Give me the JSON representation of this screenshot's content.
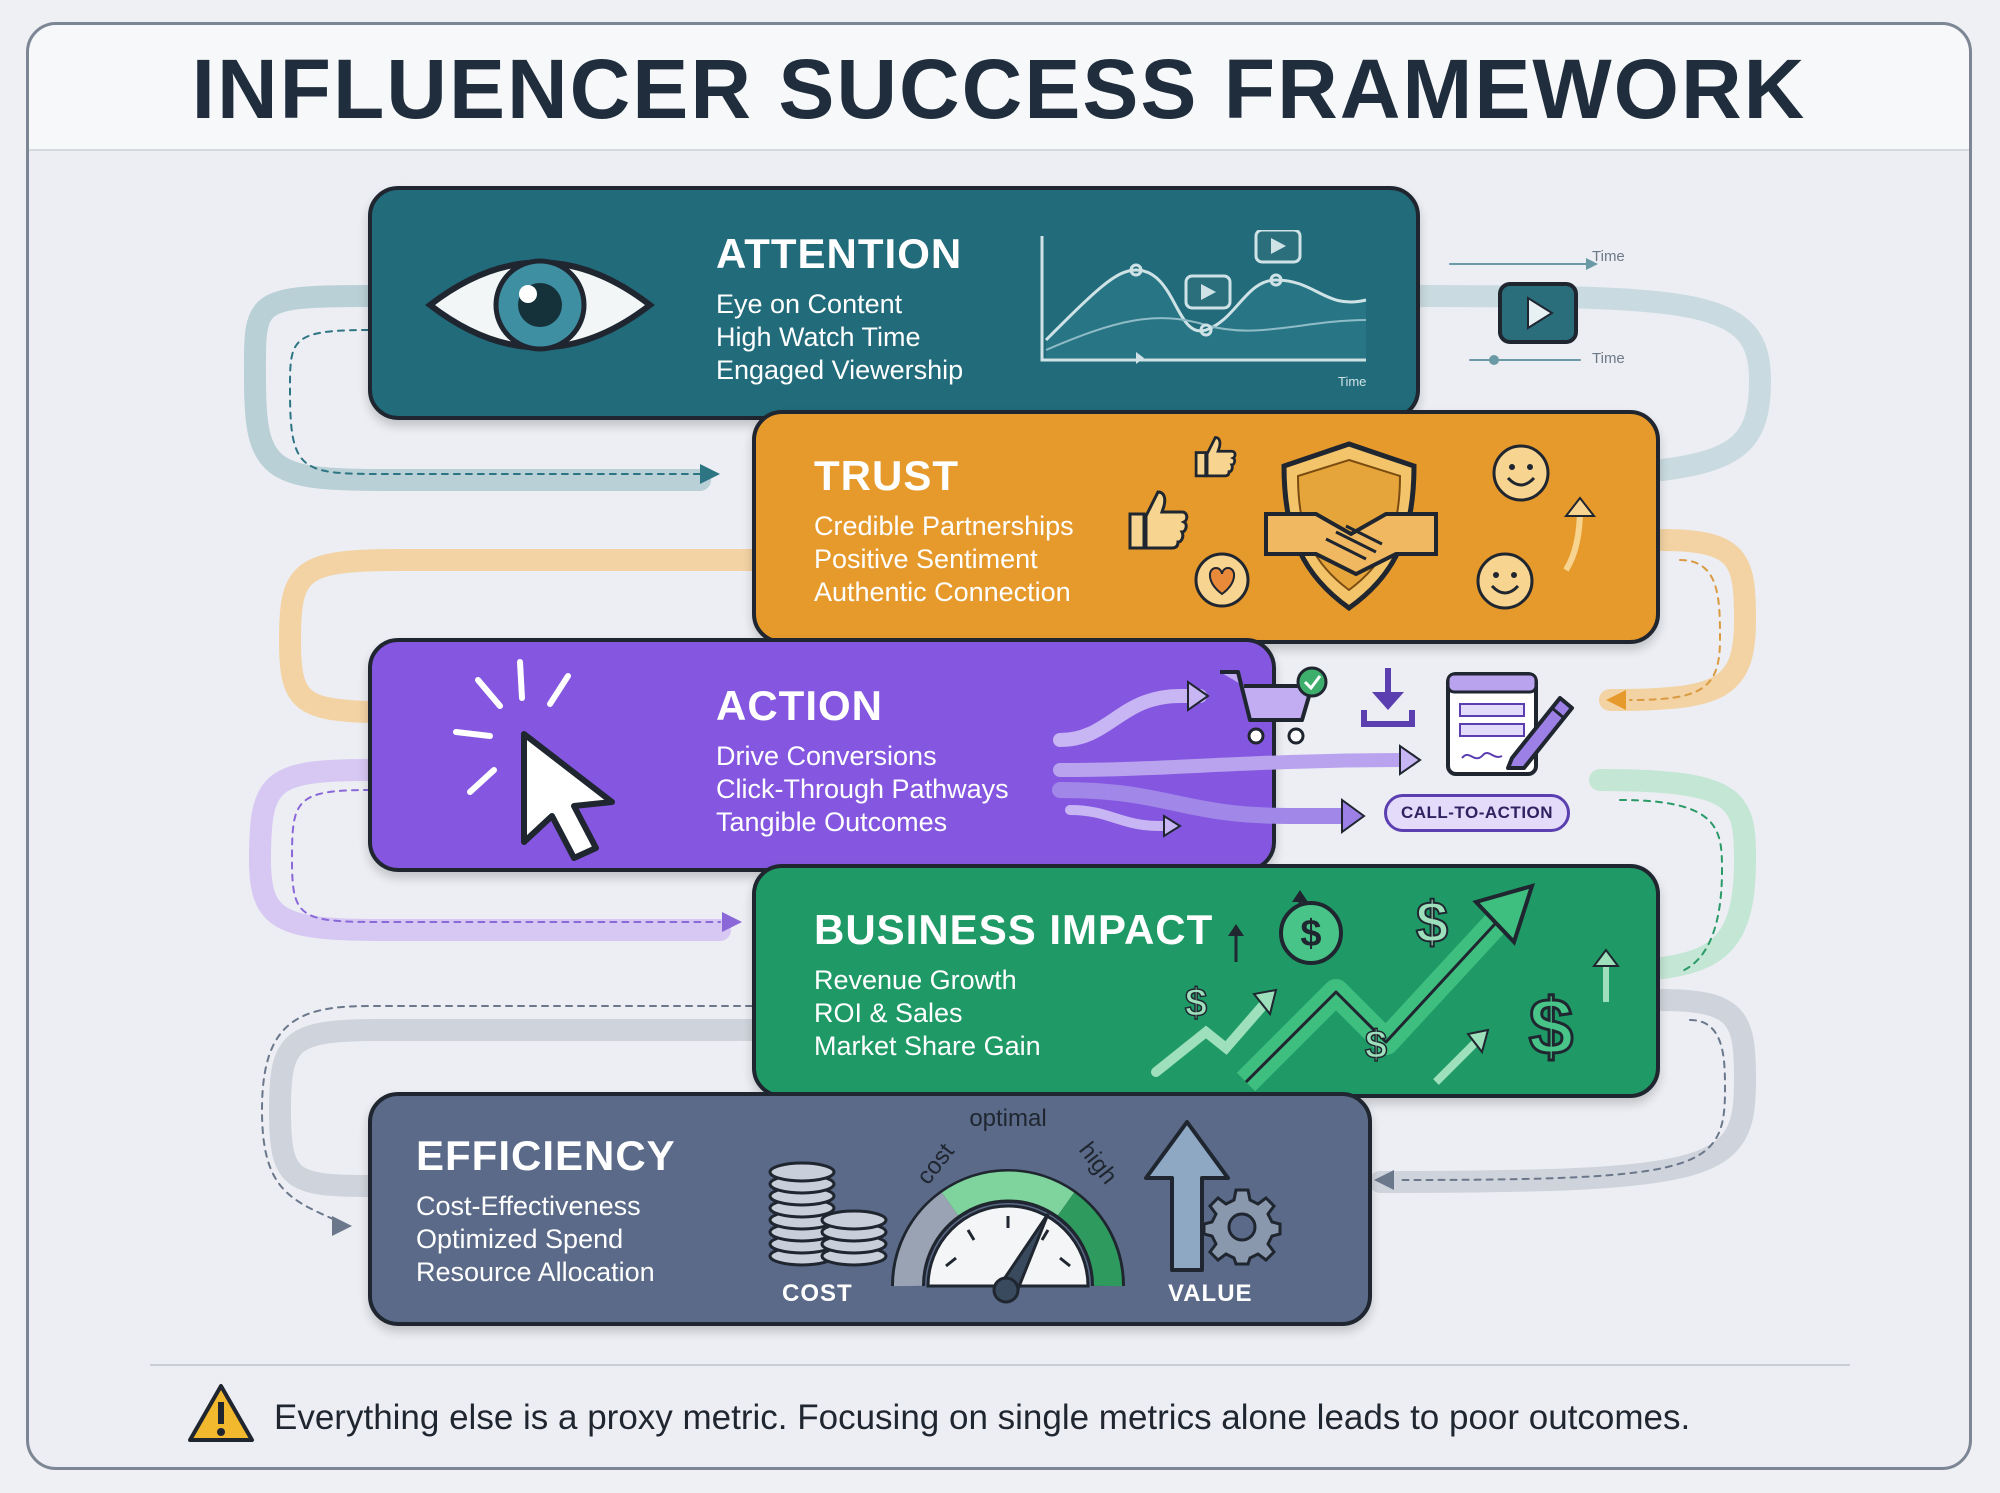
{
  "title": "INFLUENCER SUCCESS FRAMEWORK",
  "colors": {
    "attention": "#216b7a",
    "trust": "#e69a2c",
    "action": "#8557e0",
    "business_impact": "#1f9a67",
    "efficiency": "#5a6a88"
  },
  "stages": {
    "attention": {
      "title": "ATTENTION",
      "items": [
        "Eye on Content",
        "High Watch Time",
        "Engaged Viewership"
      ],
      "chart_axis_label": "Time",
      "timeline_label": "Time",
      "icons": [
        "eye-icon",
        "play-icon",
        "line-chart-icon"
      ]
    },
    "trust": {
      "title": "TRUST",
      "items": [
        "Credible Partnerships",
        "Positive Sentiment",
        "Authentic Connection"
      ],
      "icons": [
        "handshake-icon",
        "shield-icon",
        "thumbs-up-icon",
        "smiley-icon",
        "heart-icon"
      ]
    },
    "action": {
      "title": "ACTION",
      "items": [
        "Drive Conversions",
        "Click-Through Pathways",
        "Tangible Outcomes"
      ],
      "cta_label": "CALL-TO-ACTION",
      "icons": [
        "cursor-icon",
        "cart-icon",
        "download-icon",
        "form-icon",
        "pencil-icon"
      ]
    },
    "business_impact": {
      "title": "BUSINESS IMPACT",
      "items": [
        "Revenue Growth",
        "ROI & Sales",
        "Market Share Gain"
      ],
      "icons": [
        "dollar-icon",
        "trend-up-icon"
      ]
    },
    "efficiency": {
      "title": "EFFICIENCY",
      "items": [
        "Cost-Effectiveness",
        "Optimized Spend",
        "Resource Allocation"
      ],
      "gauge_labels": {
        "low": "cost",
        "mid": "optimal",
        "high": "high"
      },
      "left_label": "COST",
      "right_label": "VALUE",
      "icons": [
        "coins-icon",
        "gauge-icon",
        "arrow-up-icon",
        "gear-icon"
      ]
    }
  },
  "footer": {
    "text": "Everything else is a proxy metric. Focusing on single metrics alone leads to poor outcomes.",
    "icon": "warning-icon"
  }
}
